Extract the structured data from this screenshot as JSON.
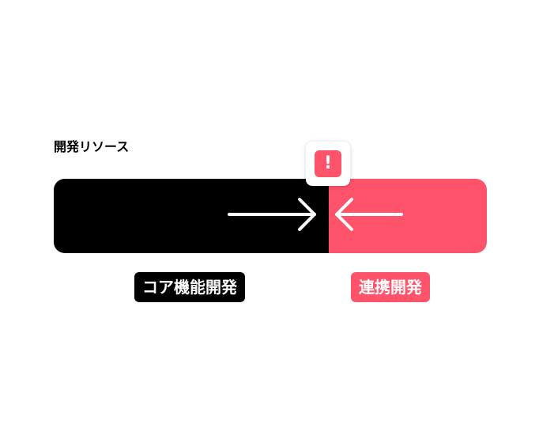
{
  "resources": {
    "title": "開発リソース",
    "core_share": 0.635,
    "alert_symbol": "!"
  },
  "labels": {
    "core": "コア機能開発",
    "integration": "連携開発"
  },
  "colors": {
    "core": "#000000",
    "integration": "#ff526b",
    "arrow": "#ffffff"
  },
  "icons": {
    "alert": "exclamation-icon",
    "push_right": "arrow-right-icon",
    "push_left": "arrow-left-icon"
  }
}
